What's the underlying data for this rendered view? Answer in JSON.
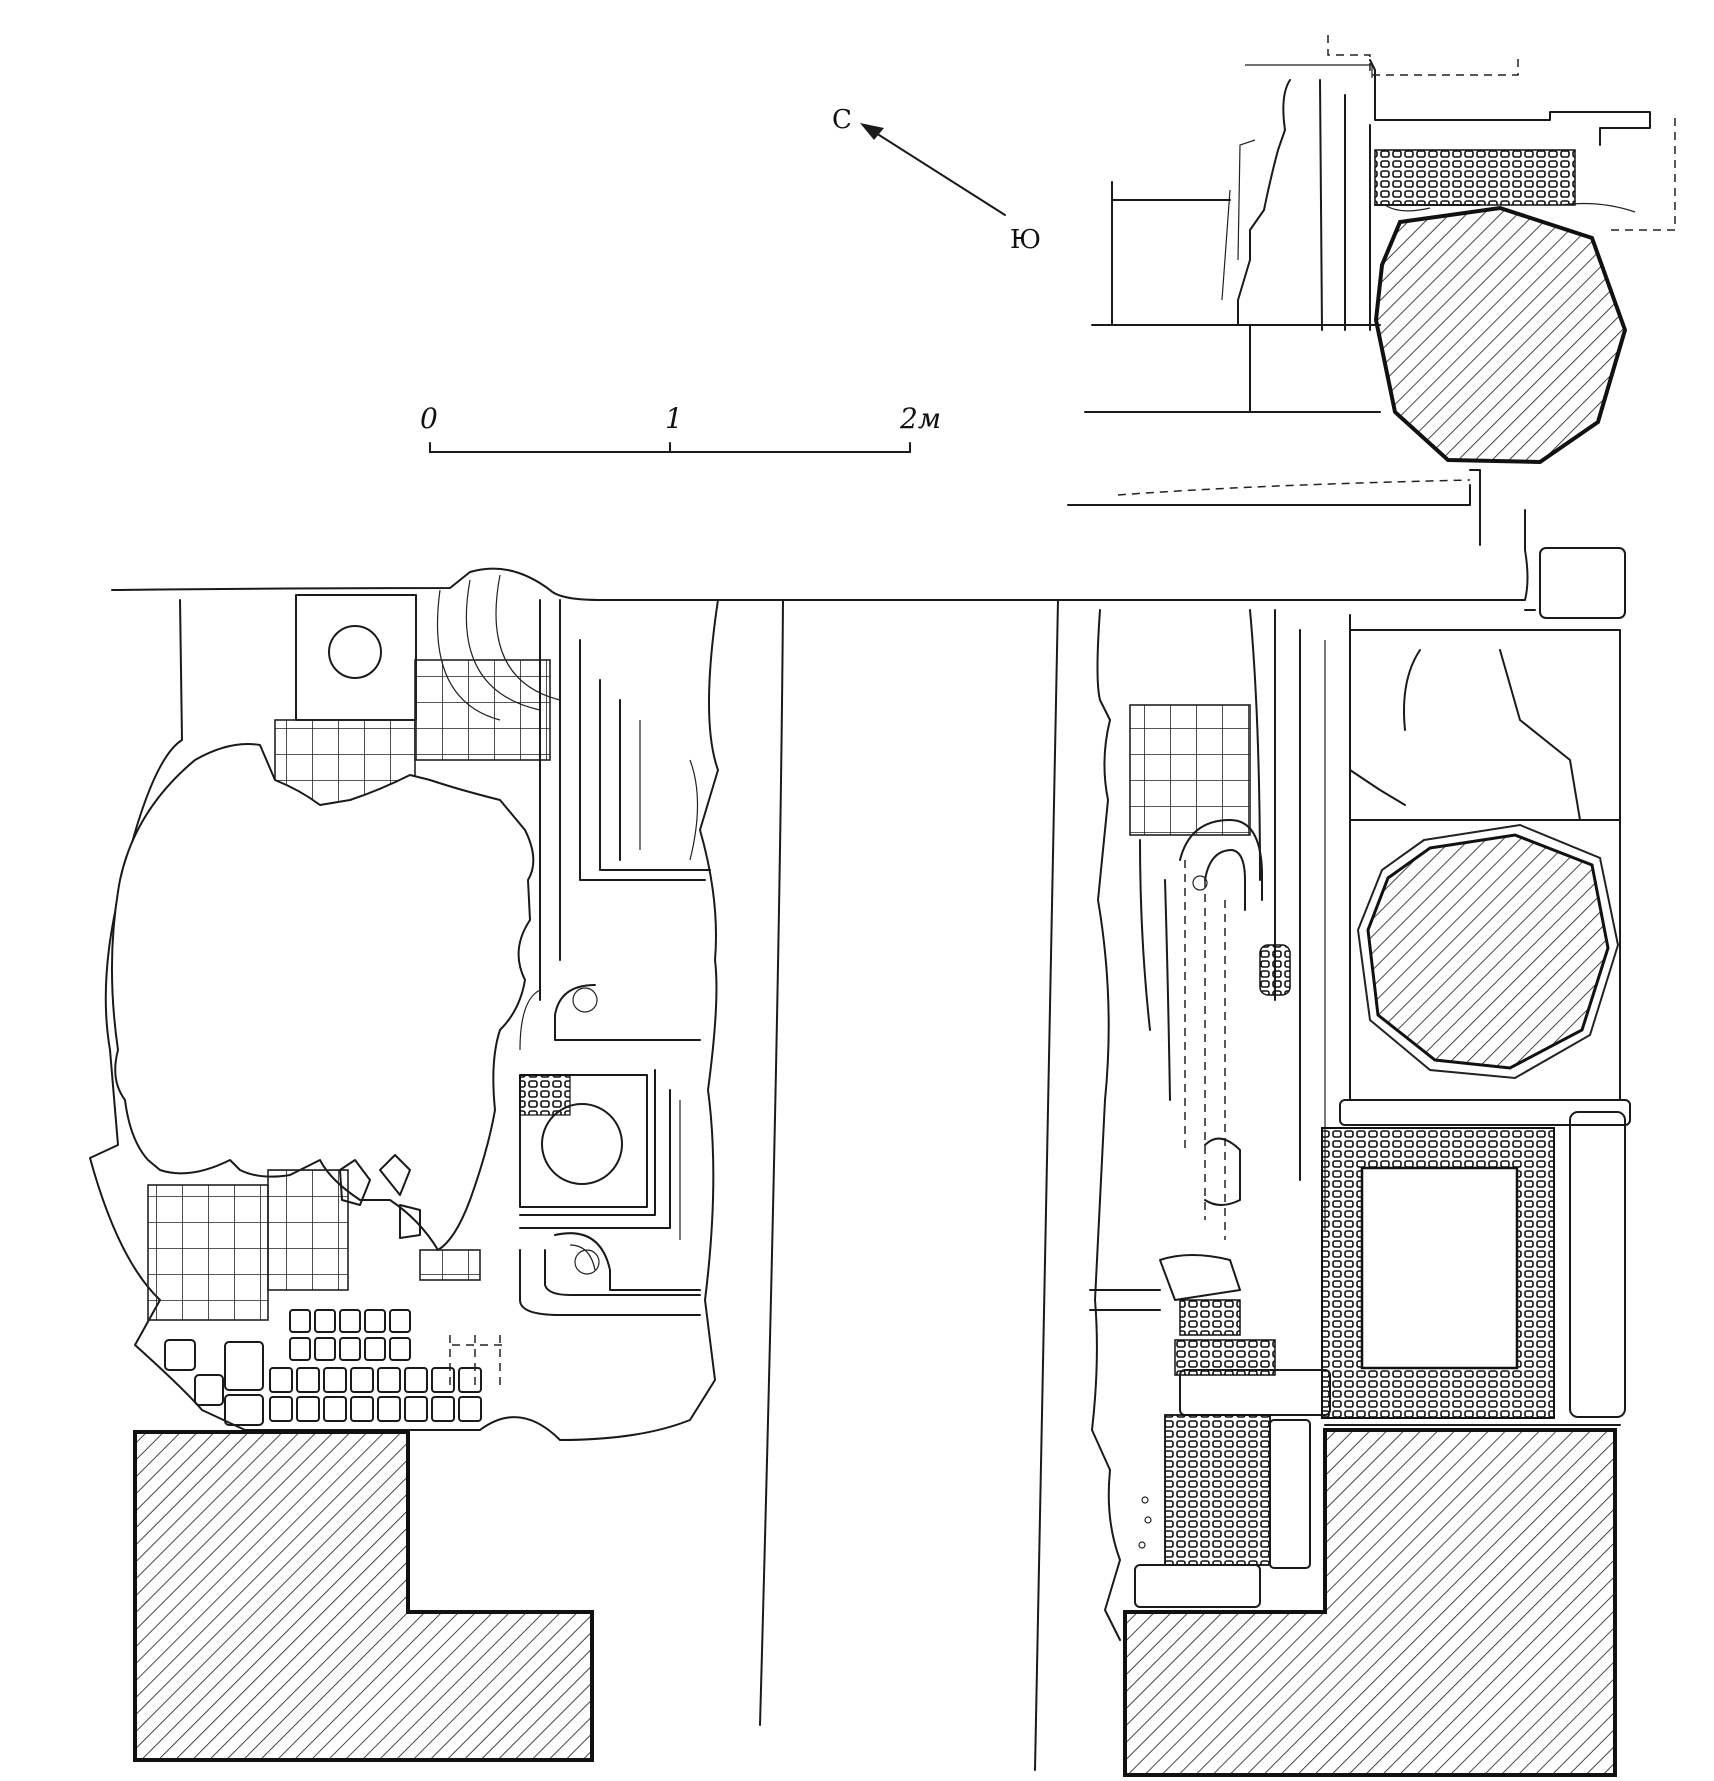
{
  "compass": {
    "north_label": "С",
    "south_label": "Ю"
  },
  "scale_bar": {
    "tick_0": "0",
    "tick_1": "1",
    "tick_2": "2м"
  },
  "colors": {
    "ink": "#1a1a1a",
    "paper": "#ffffff"
  }
}
